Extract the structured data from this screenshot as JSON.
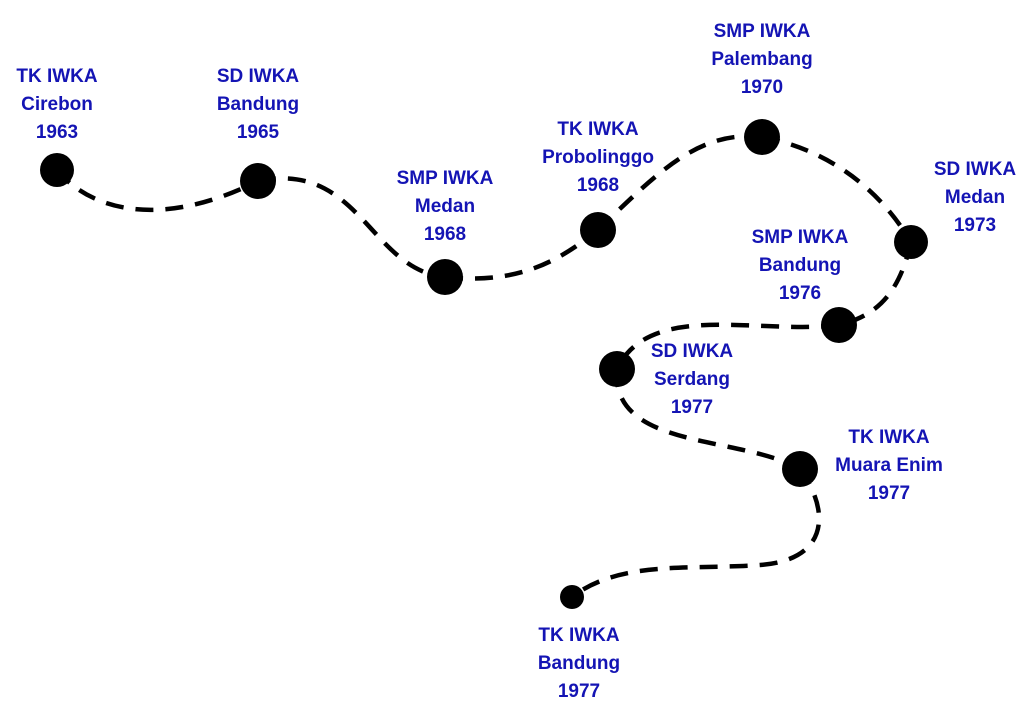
{
  "diagram": {
    "type": "timeline-path",
    "label_color": "#1414b4",
    "line_color": "#000000",
    "nodes": [
      {
        "id": "tk-cirebon",
        "lines": [
          "TK IWKA",
          "Cirebon",
          "1963"
        ]
      },
      {
        "id": "sd-bandung",
        "lines": [
          "SD IWKA",
          "Bandung",
          "1965"
        ]
      },
      {
        "id": "smp-medan",
        "lines": [
          "SMP IWKA",
          "Medan",
          "1968"
        ]
      },
      {
        "id": "tk-probolinggo",
        "lines": [
          "TK IWKA",
          "Probolinggo",
          "1968"
        ]
      },
      {
        "id": "smp-palembang",
        "lines": [
          "SMP IWKA",
          "Palembang",
          "1970"
        ]
      },
      {
        "id": "sd-medan",
        "lines": [
          "SD IWKA",
          "Medan",
          "1973"
        ]
      },
      {
        "id": "smp-bandung",
        "lines": [
          "SMP IWKA",
          "Bandung",
          "1976"
        ]
      },
      {
        "id": "sd-serdang",
        "lines": [
          "SD IWKA",
          "Serdang",
          "1977"
        ]
      },
      {
        "id": "tk-muara-enim",
        "lines": [
          "TK IWKA",
          "Muara Enim",
          "1977"
        ]
      },
      {
        "id": "tk-bandung",
        "lines": [
          "TK IWKA",
          "Bandung",
          "1977"
        ]
      }
    ]
  }
}
